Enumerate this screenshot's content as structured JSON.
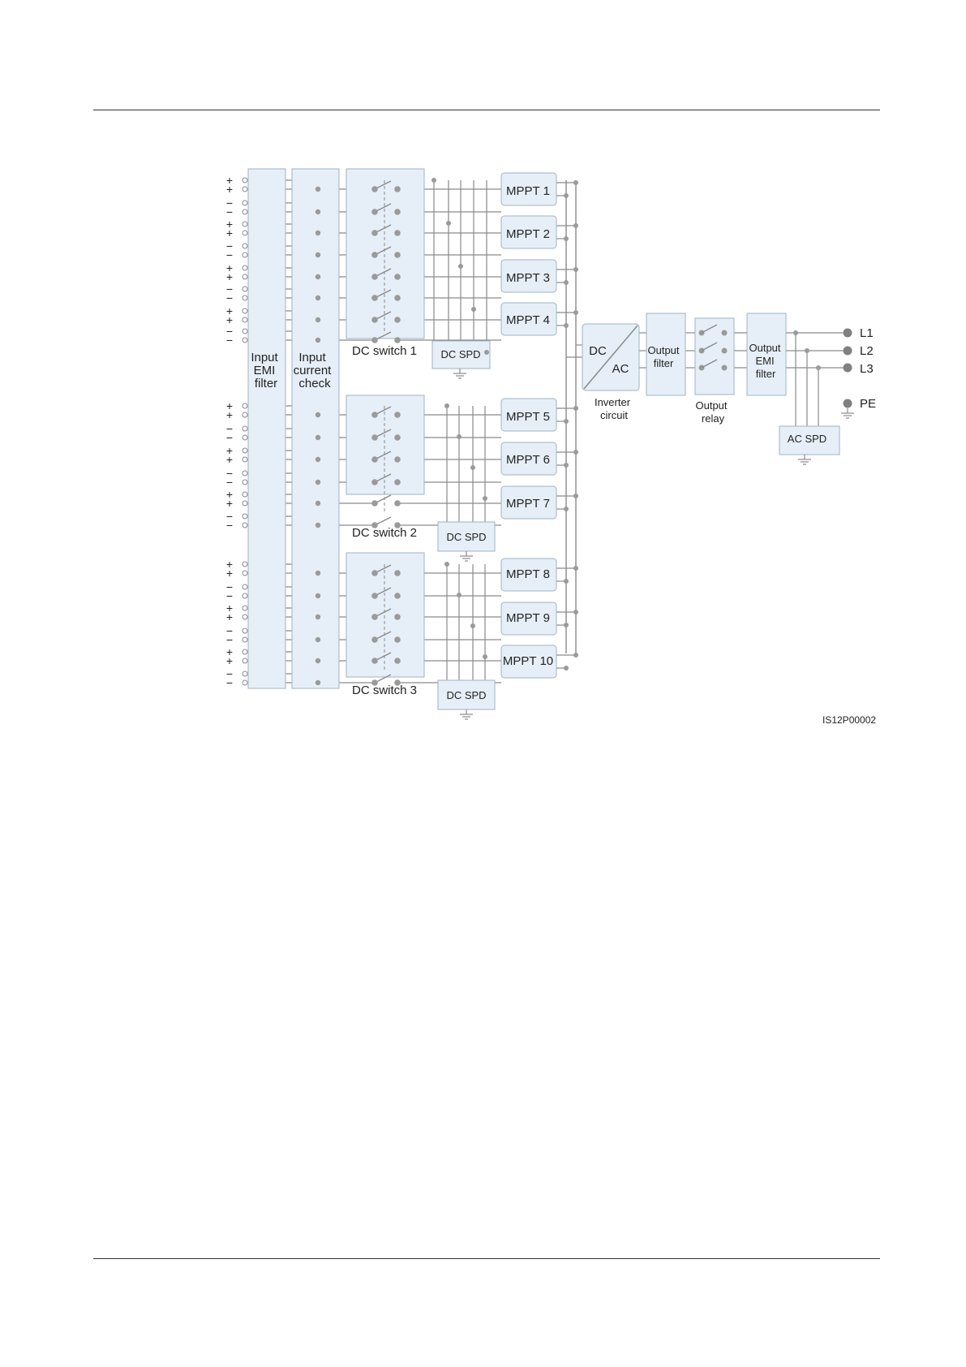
{
  "diagram": {
    "colors": {
      "block_fill": "#e6eff7",
      "block_stroke": "#9fb3c4",
      "wire": "#8a8a8a",
      "junction": "#9a9a9a",
      "terminal": "#808080",
      "text": "#222222"
    },
    "input_symbols": {
      "group_a": [
        "+",
        "+",
        "−",
        "−",
        "+",
        "+",
        "−",
        "−",
        "+",
        "+",
        "−",
        "−",
        "+",
        "+",
        "−",
        "−"
      ],
      "group_b": [
        "+",
        "+",
        "−",
        "−",
        "+",
        "+",
        "−",
        "−",
        "+",
        "+",
        "−",
        "−"
      ],
      "group_c": [
        "+",
        "+",
        "−",
        "−",
        "+",
        "+",
        "−",
        "−",
        "+",
        "+",
        "−",
        "−"
      ]
    },
    "labels": {
      "input_emi_filter": [
        "Input",
        "EMI",
        "filter"
      ],
      "input_current_check": [
        "Input",
        "current",
        "check"
      ],
      "dc_switch_1": "DC switch 1",
      "dc_switch_2": "DC switch 2",
      "dc_switch_3": "DC switch 3",
      "dc_spd": "DC SPD",
      "mppt": [
        "MPPT 1",
        "MPPT 2",
        "MPPT 3",
        "MPPT 4",
        "MPPT 5",
        "MPPT 6",
        "MPPT 7",
        "MPPT 8",
        "MPPT 9",
        "MPPT 10"
      ],
      "inverter_dc": "DC",
      "inverter_ac": "AC",
      "inverter_circuit": [
        "Inverter",
        "circuit"
      ],
      "output_filter": [
        "Output",
        "filter"
      ],
      "output_relay": [
        "Output",
        "relay"
      ],
      "output_emi_filter": [
        "Output",
        "EMI",
        "filter"
      ],
      "ac_spd": "AC SPD",
      "l1": "L1",
      "l2": "L2",
      "l3": "L3",
      "pe": "PE",
      "figure_code": "IS12P00002"
    }
  }
}
